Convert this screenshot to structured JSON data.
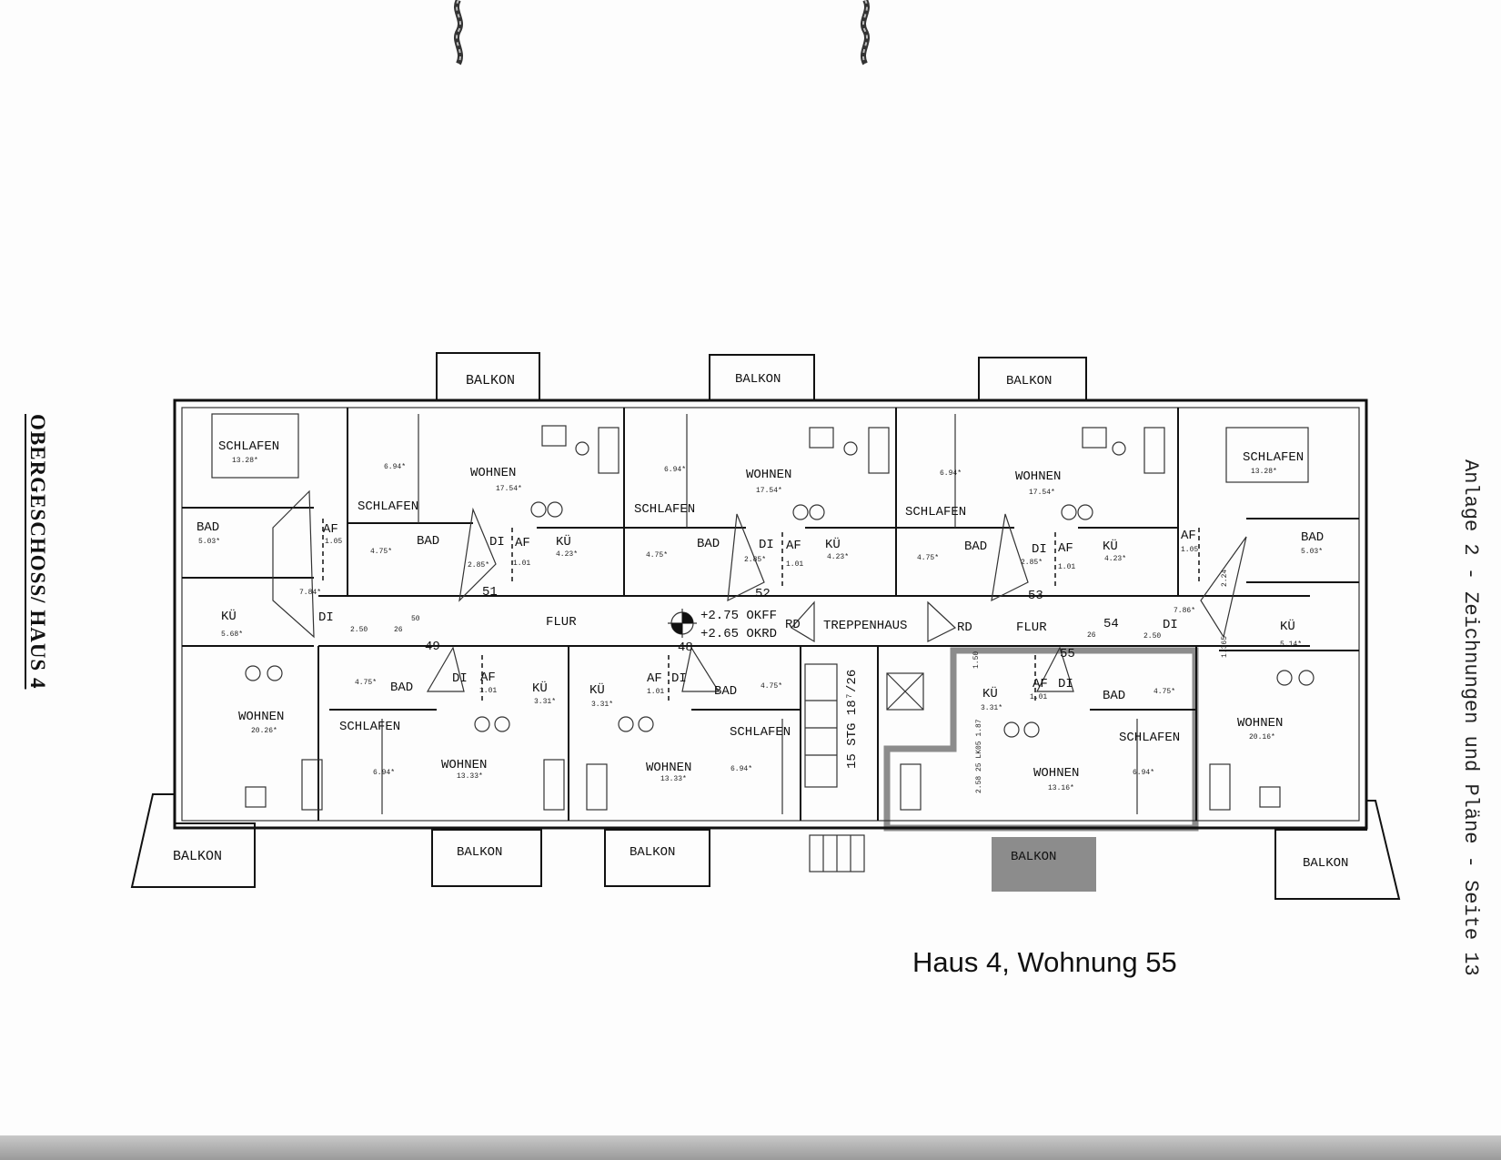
{
  "left_title": "OBERGESCHOSS/ HAUS 4",
  "right_footer": "Anlage 2 - Zeichnungen und Pläne - Seite 13",
  "caption": "Haus 4, Wohnung 55",
  "highlight_fill": "#8c8c8c",
  "plan": {
    "balconies": {
      "top_left": "BALKON",
      "top_mid": "BALKON",
      "top_right": "BALKON",
      "bottom_left": "BALKON",
      "bottom_2": "BALKON",
      "bottom_3": "BALKON",
      "bottom_4": "BALKON",
      "bottom_right": "BALKON"
    },
    "rooms": {
      "schlafen": "SCHLAFEN",
      "wohnen": "WOHNEN",
      "bad": "BAD",
      "kue": "KÜ",
      "af": "AF",
      "di": "DI",
      "flur": "FLUR",
      "treppenhaus": "TREPPENHAUS",
      "rd": "RD"
    },
    "apartment_numbers": [
      "49",
      "48",
      "51",
      "52",
      "53",
      "54",
      "55"
    ],
    "level_okff": "+2.75 OKFF",
    "level_okrd": "+2.65 OKRD",
    "stair_note": "15 STG 18⁷/26",
    "dims": {
      "d250": "2.50",
      "d26": "26",
      "d50": "50",
      "d150": "1.50",
      "d365": "1.365",
      "d224": "2.24",
      "dw55": "2.58 25 LK05 1.87"
    },
    "areas": {
      "a1328": "13.28*",
      "a694": "6.94*",
      "a1754": "17.54*",
      "a503": "5.03*",
      "a105": "1.05",
      "a784": "7.84*",
      "a475": "4.75*",
      "a285": "2.85*",
      "a101": "1.01",
      "a423": "4.23*",
      "a568": "5.68*",
      "a2026": "20.26*",
      "a331": "3.31*",
      "a1333": "13.33*",
      "a1316": "13.16*",
      "a786": "7.86*",
      "a514": "5.14*",
      "a2016": "20.16*"
    }
  }
}
